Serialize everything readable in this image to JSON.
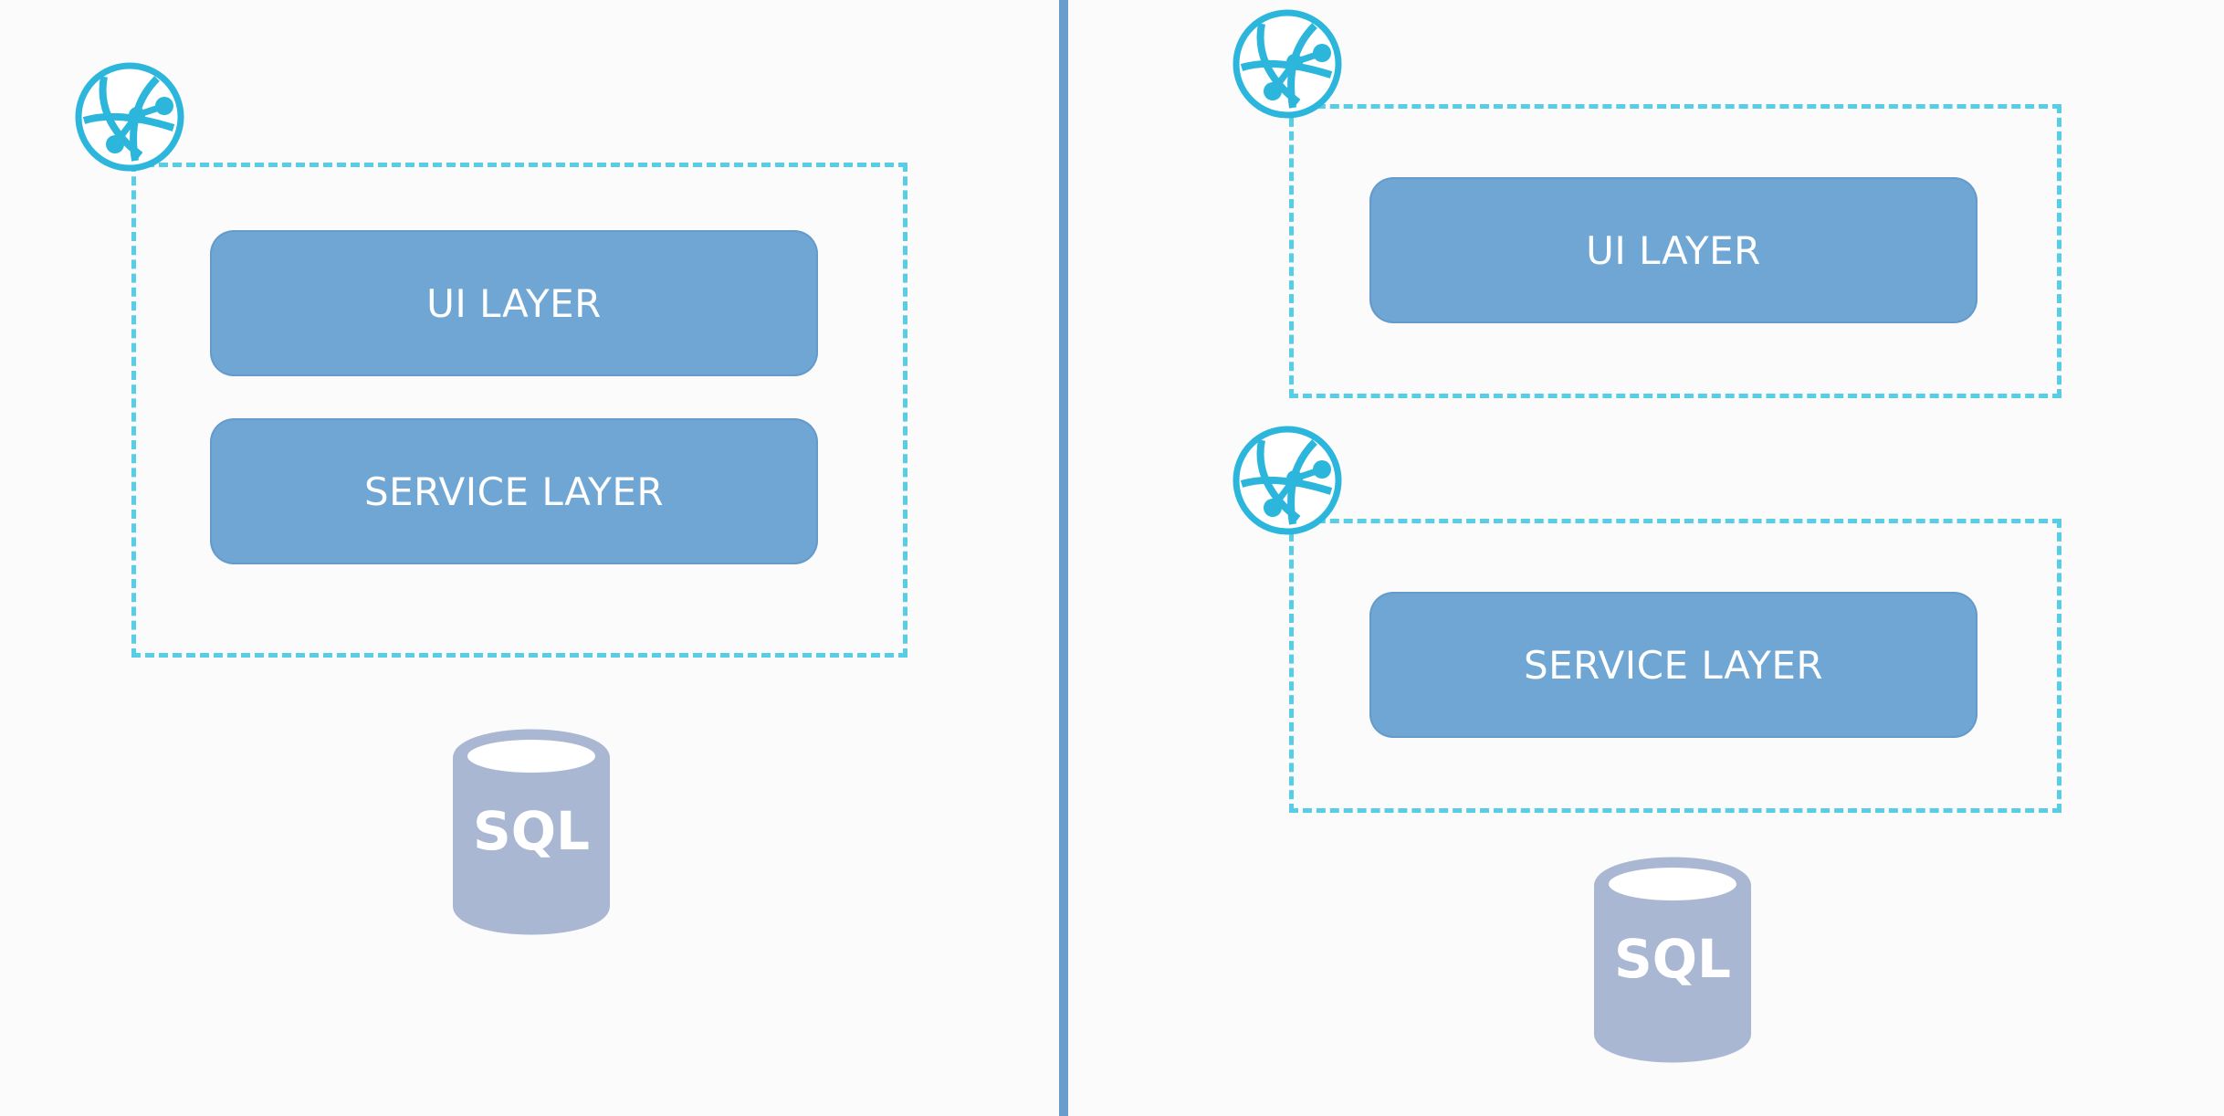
{
  "colors": {
    "background": "#fbfbfc",
    "divider": "#6a9ccc",
    "boundary_dash": "#58cde6",
    "layer_fill": "#6fa6d4",
    "layer_text": "#ffffff",
    "globe": "#2cb6dc",
    "database": "#aab7d3",
    "database_top": "#ffffff",
    "database_text": "#ffffff"
  },
  "icons": {
    "web_app": "globe-network-icon",
    "database": "database-cylinder-icon"
  },
  "left": {
    "layers": [
      "UI LAYER",
      "SERVICE LAYER"
    ],
    "database_label": "SQL"
  },
  "right": {
    "ui_layer": "UI LAYER",
    "service_layer": "SERVICE LAYER",
    "database_label": "SQL"
  }
}
